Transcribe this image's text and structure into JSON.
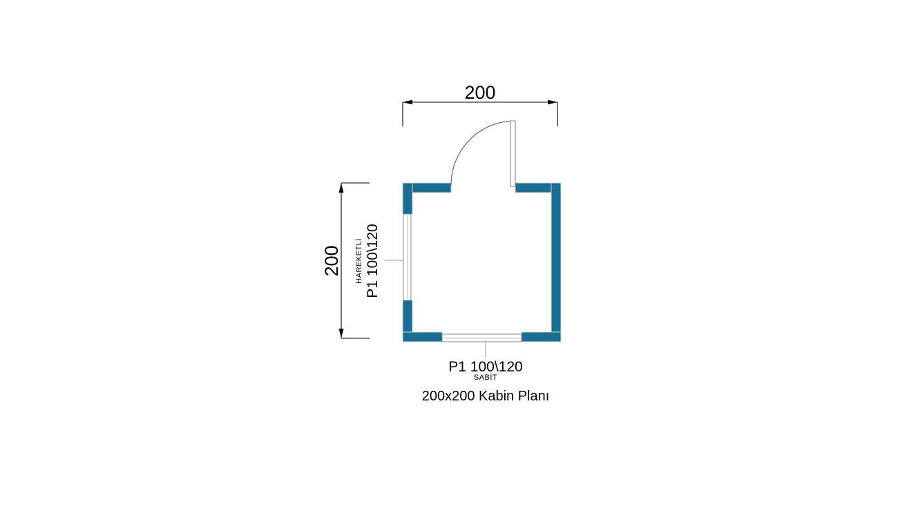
{
  "drawing": {
    "title": "200x200 Kabin Planı",
    "dimensions": {
      "top": {
        "value": "200",
        "name": "width-dimension"
      },
      "left": {
        "value": "200",
        "name": "height-dimension"
      }
    },
    "annotations": {
      "left_window": {
        "code": "P1 100\\120",
        "type": "HAREKETLİ"
      },
      "bottom_window": {
        "code": "P1 100\\120",
        "type": "SABİT"
      }
    },
    "colors": {
      "wall_fill": "#1b6e91",
      "line": "#000000",
      "leader": "#9a9a9a",
      "glazing": "#8e9296",
      "background": "#ffffff"
    }
  }
}
